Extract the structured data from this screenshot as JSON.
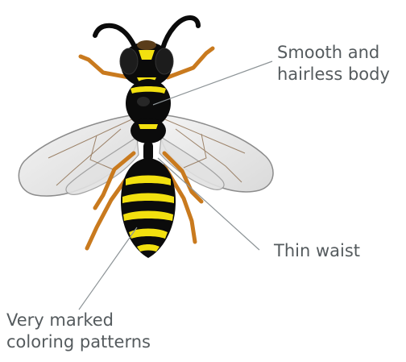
{
  "labels": {
    "body": {
      "line1": "Smooth and",
      "line2": "hairless body"
    },
    "waist": {
      "text": "Thin waist"
    },
    "coloring": {
      "line1": "Very marked",
      "line2": "coloring patterns"
    }
  },
  "colors": {
    "body_black": "#0b0b0b",
    "stripe_yellow": "#f2e00f",
    "leg_orange": "#c97a1e",
    "wing": "#e6e6e6",
    "wing_vein": "#8a6a4a",
    "leader_line": "#8d9497",
    "label_text": "#555b5e"
  }
}
